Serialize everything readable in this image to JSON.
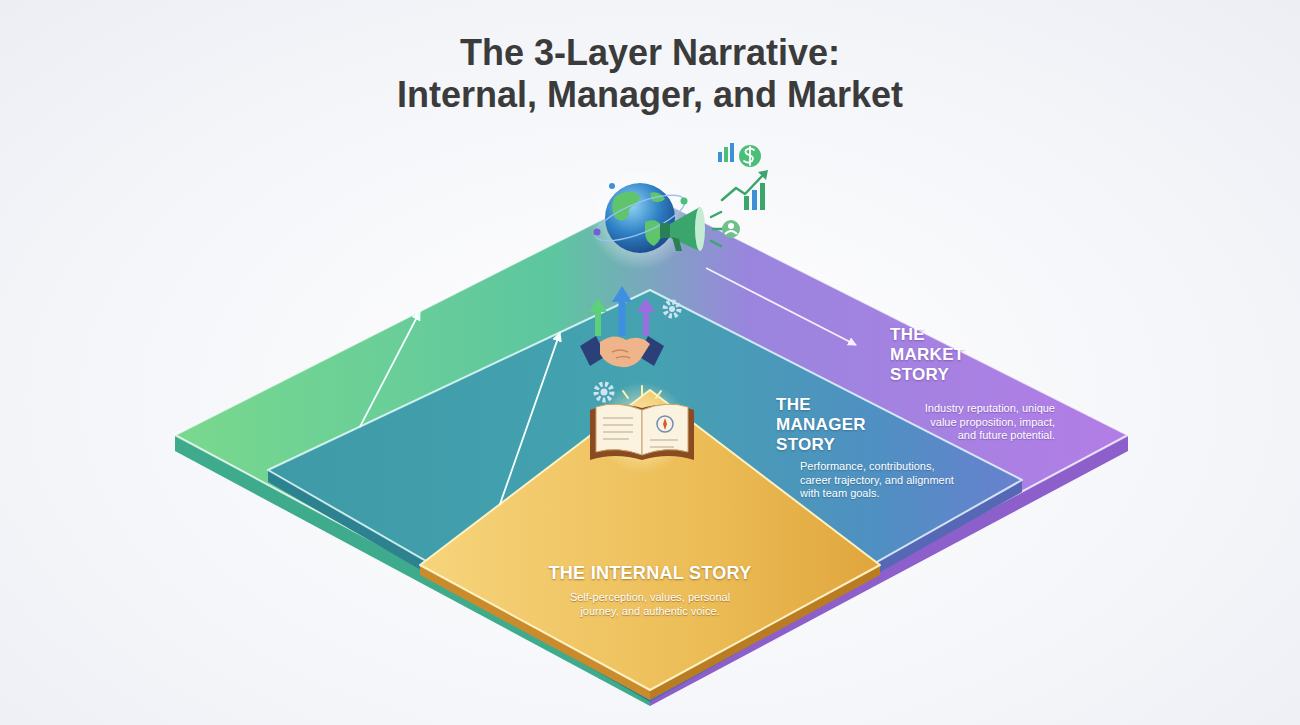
{
  "diagram": {
    "title": "The 3-Layer Narrative: Internal, Manager, and Market",
    "nodes": [
      {
        "text": [
          "THE MARKET STORY",
          "Industry reputation, unique value proposition, impact, and future potential."
        ]
      },
      {
        "text": [
          "THE MANAGER STORY",
          "Performance, contributions, career trajectory, and alignment with team goals."
        ],
        "in": 0
      },
      {
        "text": [
          "THE INTERNAL STORY",
          "Self-perception, values, personal journey, and authentic voice."
        ],
        "in": 1
      }
    ],
    "edges": [
      {
        "from": 2,
        "to": 1,
        "arrow": "to"
      },
      {
        "from": 1,
        "to": 0,
        "arrow": "to"
      }
    ]
  }
}
